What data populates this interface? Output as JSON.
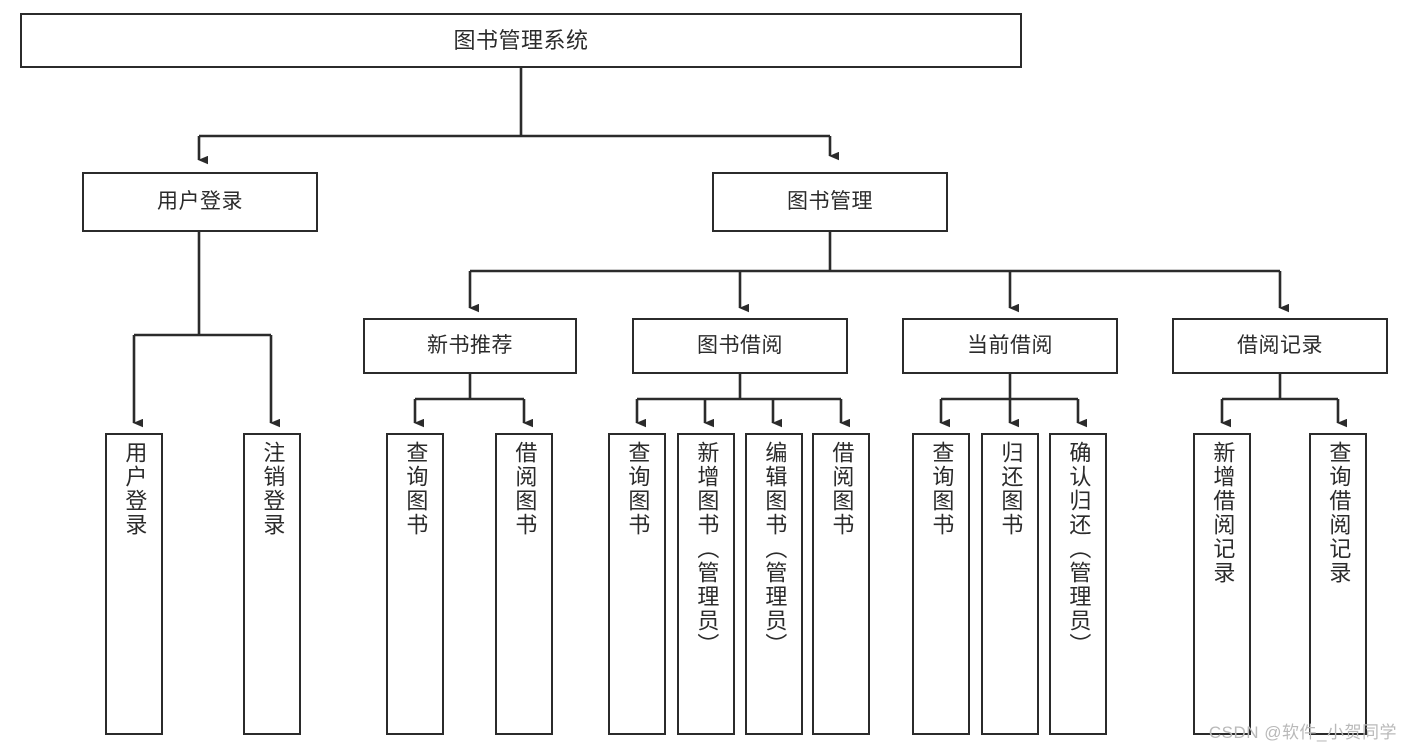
{
  "diagram": {
    "title": "图书管理系统",
    "watermark": "CSDN @软件_小贺同学",
    "colors": {
      "background": "#ffffff",
      "node_border": "#2b2b2b",
      "node_fill": "#ffffff",
      "edge": "#2b2b2b",
      "watermark": "#b9b9b9"
    },
    "nodes": {
      "root": {
        "label": "图书管理系统"
      },
      "level1": [
        {
          "id": "user-login",
          "label": "用户登录"
        },
        {
          "id": "book-management",
          "label": "图书管理"
        }
      ],
      "level2": [
        {
          "id": "new-book-recommend",
          "label": "新书推荐"
        },
        {
          "id": "book-borrow",
          "label": "图书借阅"
        },
        {
          "id": "current-borrow",
          "label": "当前借阅"
        },
        {
          "id": "borrow-record",
          "label": "借阅记录"
        }
      ],
      "leaves": {
        "user-login": [
          {
            "id": "leaf-user-login",
            "label": "用户登录"
          },
          {
            "id": "leaf-logout-login",
            "label": "注销登录"
          }
        ],
        "new-book-recommend": [
          {
            "id": "leaf-query-book-1",
            "label": "查询图书"
          },
          {
            "id": "leaf-borrow-book-1",
            "label": "借阅图书"
          }
        ],
        "book-borrow": [
          {
            "id": "leaf-query-book-2",
            "label": "查询图书"
          },
          {
            "id": "leaf-add-book",
            "label": "新增图书（管理员）"
          },
          {
            "id": "leaf-edit-book",
            "label": "编辑图书（管理员）"
          },
          {
            "id": "leaf-borrow-book-2",
            "label": "借阅图书"
          }
        ],
        "current-borrow": [
          {
            "id": "leaf-query-book-3",
            "label": "查询图书"
          },
          {
            "id": "leaf-return-book",
            "label": "归还图书"
          },
          {
            "id": "leaf-confirm-return",
            "label": "确认归还（管理员）"
          }
        ],
        "borrow-record": [
          {
            "id": "leaf-add-record",
            "label": "新增借阅记录"
          },
          {
            "id": "leaf-query-record",
            "label": "查询借阅记录"
          }
        ]
      }
    }
  }
}
